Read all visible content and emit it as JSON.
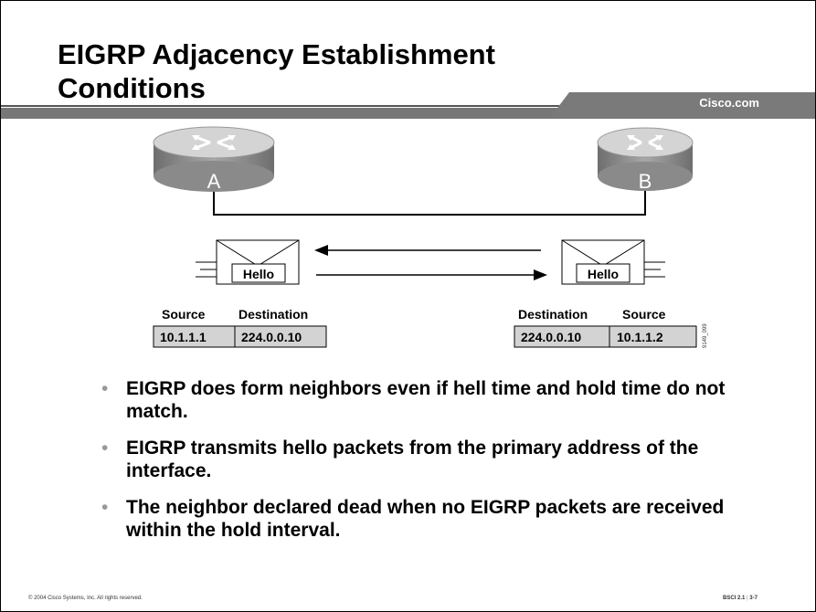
{
  "slide": {
    "title_line1": "EIGRP Adjacency Establishment",
    "title_line2": "Conditions",
    "brand": "Cisco.com"
  },
  "diagram": {
    "router_a_label": "A",
    "router_b_label": "B",
    "hello_label_left": "Hello",
    "hello_label_right": "Hello",
    "left_table": {
      "header_source": "Source",
      "header_destination": "Destination",
      "source": "10.1.1.1",
      "destination": "224.0.0.10"
    },
    "right_table": {
      "header_destination": "Destination",
      "header_source": "Source",
      "destination": "224.0.0.10",
      "source": "10.1.1.2"
    },
    "figure_id": "9149_099"
  },
  "bullets": [
    "EIGRP does form neighbors even if hell time and hold time do not match.",
    "EIGRP transmits hello packets from the primary address of the interface.",
    "The neighbor declared dead when no EIGRP packets are received within the hold interval."
  ],
  "footer": {
    "copyright": "© 2004 Cisco Systems, Inc. All rights reserved.",
    "course": "BSCI 2.1",
    "page": "3-7"
  },
  "colors": {
    "router_body": "#8f8f8f",
    "router_top": "#d0d0d0",
    "header_bar": "#777777",
    "table_fill": "#d3d3d3"
  }
}
